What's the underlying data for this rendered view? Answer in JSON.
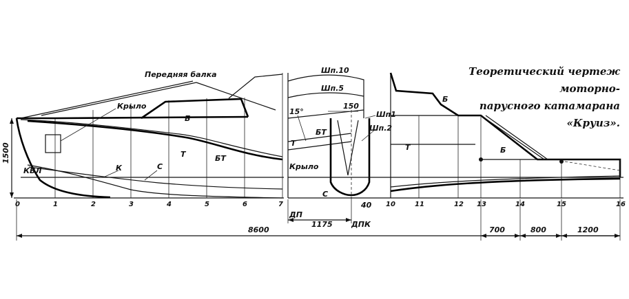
{
  "title_lines": [
    "Теоретический чертеж моторно-",
    "парусного катамарана",
    "«Круиз»."
  ],
  "labels": {
    "front_beam": "Передняя балка",
    "wing_top": "Крыло",
    "wing_bottom": "Крыло",
    "kvl": "КВЛ",
    "height_1500": "1500",
    "dp": "ДП",
    "dpk": "ДПК",
    "k": "К",
    "s_left": "С",
    "s_mid": "С",
    "t1": "Т",
    "t2": "Т",
    "t3": "Т",
    "bt1": "БТ",
    "bt2": "БТ",
    "b1": "Б",
    "b2": "Б",
    "b3": "Б",
    "shp10": "Шп.10",
    "shp5": "Шп.5",
    "shp1": "Шп1",
    "shp2": "Шп.2",
    "angle15": "15°",
    "d150": "150",
    "d40": "40"
  },
  "stations": [
    "0",
    "1",
    "2",
    "3",
    "4",
    "5",
    "6",
    "7",
    "10",
    "11",
    "12",
    "13",
    "14",
    "15",
    "16"
  ],
  "dimensions": {
    "total": "8600",
    "half_breadth": "1175",
    "d700": "700",
    "d800": "800",
    "d1200": "1200"
  }
}
